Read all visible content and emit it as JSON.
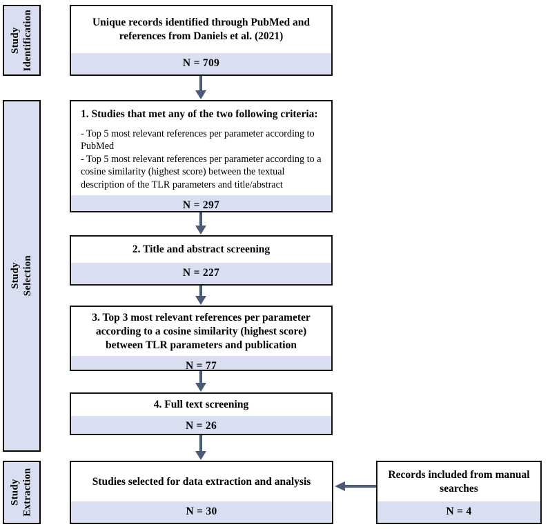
{
  "diagram": {
    "title": "Study selection flow diagram",
    "accent_color": "#d9dff0",
    "arrow_color": "#4a5b7a",
    "border_color": "#111111"
  },
  "stages": [
    {
      "id": "identification",
      "label": "Study\nIdentification"
    },
    {
      "id": "selection",
      "label": "Study\nSelection"
    },
    {
      "id": "extraction",
      "label": "Study\nExtraction"
    }
  ],
  "boxes": [
    {
      "id": "records-identified",
      "title": "Unique records identified through PubMed and references from Daniels et al. (2021)",
      "detail": "",
      "count": "N = 709"
    },
    {
      "id": "criteria",
      "title": "1. Studies that met any of the two following criteria:",
      "detail": "- Top 5 most relevant references per parameter according to PubMed\n- Top 5 most relevant references per parameter according to a cosine similarity (highest score) between the textual description of the TLR parameters and title/abstract",
      "count": "N = 297"
    },
    {
      "id": "title-abstract-screening",
      "title": "2. Title and abstract screening",
      "detail": "",
      "count": "N = 227"
    },
    {
      "id": "top3-cosine",
      "title": "3. Top 3 most relevant references per parameter according to a cosine similarity (highest score) between TLR parameters and publication",
      "detail": "",
      "count": "N = 77"
    },
    {
      "id": "full-text-screening",
      "title": "4. Full text screening",
      "detail": "",
      "count": "N = 26"
    },
    {
      "id": "selected-for-extraction",
      "title": "Studies selected for data extraction and analysis",
      "detail": "",
      "count": "N = 30"
    },
    {
      "id": "manual-searches",
      "title": "Records included from manual searches",
      "detail": "",
      "count": "N = 4"
    }
  ],
  "arrows": [
    {
      "id": "arrow-1-to-2",
      "direction": "down"
    },
    {
      "id": "arrow-2-to-3",
      "direction": "down"
    },
    {
      "id": "arrow-3-to-4",
      "direction": "down"
    },
    {
      "id": "arrow-4-to-5",
      "direction": "down"
    },
    {
      "id": "arrow-5-to-6",
      "direction": "down"
    },
    {
      "id": "arrow-manual-to-selected",
      "direction": "left"
    }
  ]
}
